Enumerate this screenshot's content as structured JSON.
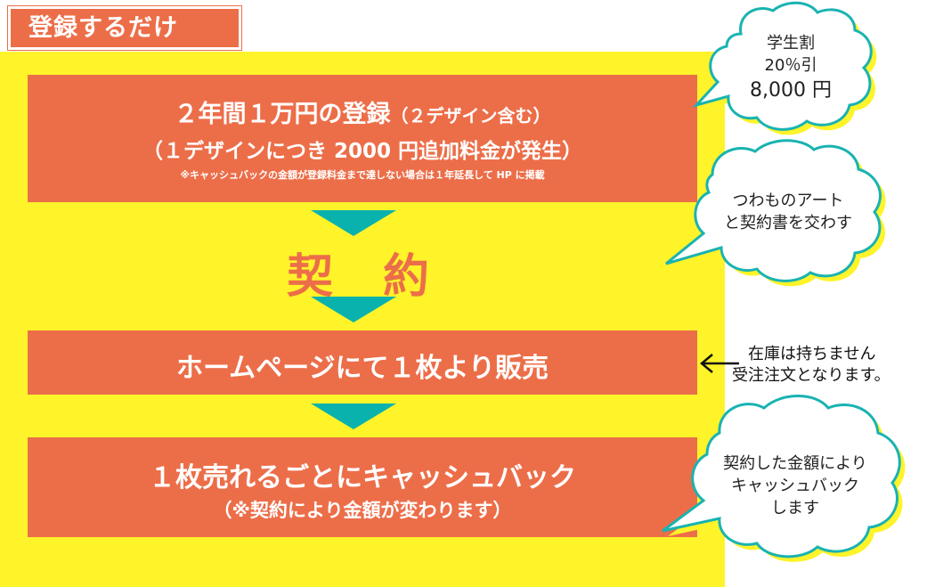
{
  "header_tag": "登録するだけ",
  "box1": {
    "line1_main": "２年間１万円の登録",
    "line1_sub": "（２デザイン含む）",
    "line2": "（１デザインにつき 2000 円追加料金が発生）",
    "note": "※キャッシュバックの金額が登録料金まで達しない場合は１年延長して HP に掲載"
  },
  "contract_label": "契　約",
  "box2": {
    "line": "ホームページにて１枚より販売"
  },
  "box3": {
    "line1": "１枚売れるごとにキャッシュバック",
    "line2": "（※契約により金額が変わります）"
  },
  "bubble1": {
    "line1": "学生割",
    "line2": "20％引",
    "line3": "8,000 円"
  },
  "bubble2": {
    "line1": "つわものアート",
    "line2": "と契約書を交わす"
  },
  "side_note": {
    "line1": "在庫は持ちません",
    "line2": "受注注文となります。"
  },
  "bubble3": {
    "line1": "契約した金額により",
    "line2": "キャッシュバック",
    "line3": "します"
  },
  "colors": {
    "panel": "#fff32a",
    "box": "#ec6e49",
    "arrow": "#0ab2ae",
    "bubble_outline": "#19b3b1",
    "bubble_shadow": "#fff32a"
  }
}
